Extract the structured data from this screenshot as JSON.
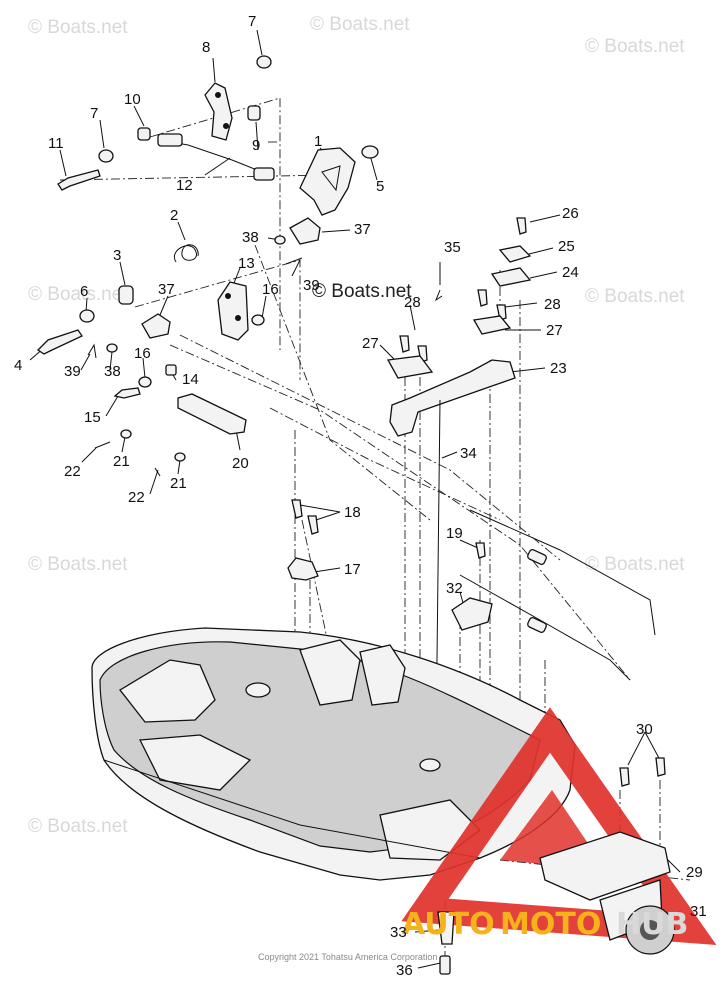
{
  "watermark": {
    "text": "© Boats.net"
  },
  "copyright": "Copyright 2021 Tohatsu America Corporation",
  "brand": {
    "part1": "AUTO",
    "part2": "MOTO",
    "part3": "HUB",
    "accent": "#e0312b",
    "gold": "#f5b21b"
  },
  "callouts": {
    "c1": "1",
    "c2": "2",
    "c3": "3",
    "c4": "4",
    "c5": "5",
    "c6": "6",
    "c7a": "7",
    "c7b": "7",
    "c8": "8",
    "c9": "9",
    "c10": "10",
    "c11": "11",
    "c12": "12",
    "c13": "13",
    "c14": "14",
    "c15": "15",
    "c16a": "16",
    "c16b": "16",
    "c17": "17",
    "c18": "18",
    "c19": "19",
    "c20": "20",
    "c21a": "21",
    "c21b": "21",
    "c22a": "22",
    "c22b": "22",
    "c23": "23",
    "c24": "24",
    "c25": "25",
    "c26": "26",
    "c27a": "27",
    "c27b": "27",
    "c28a": "28",
    "c28b": "28",
    "c29": "29",
    "c30": "30",
    "c31": "31",
    "c32": "32",
    "c33": "33",
    "c34": "34",
    "c35": "35",
    "c36": "36",
    "c37a": "37",
    "c37b": "37",
    "c38a": "38",
    "c38b": "38",
    "c39a": "39",
    "c39b": "39"
  }
}
